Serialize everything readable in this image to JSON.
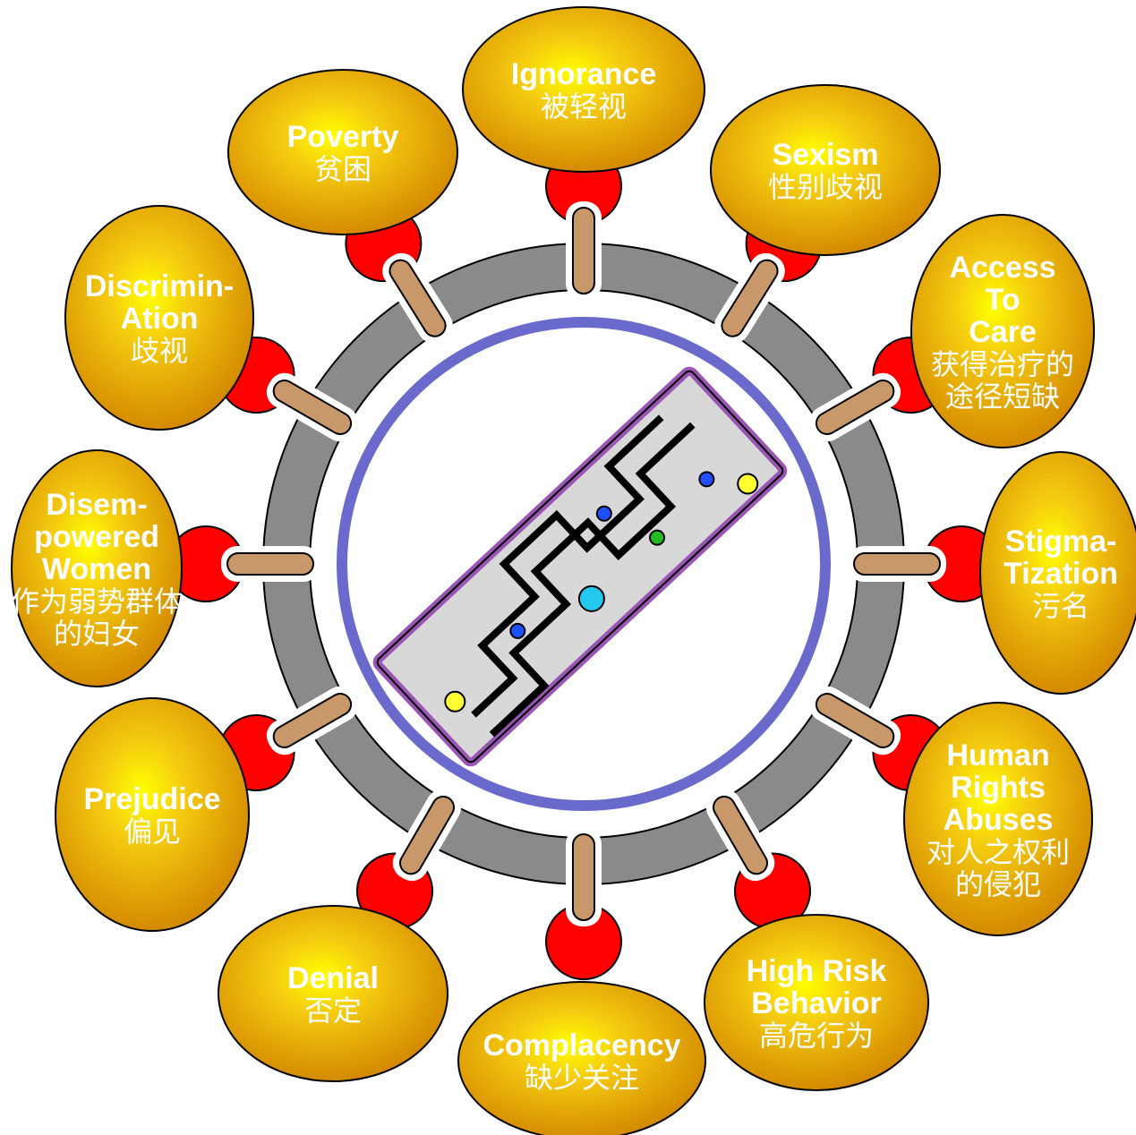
{
  "colors": {
    "ring": "#8a8a8a",
    "inner_circle": "#6a6acc",
    "knob": "#ff0000",
    "spike": "#c8986a",
    "bubble_center": "#ffff00",
    "bubble_edge": "#d99000",
    "gene_fill": "#d8d8d8",
    "gene_border": "#9a55b5"
  },
  "nodes": [
    {
      "name": "ignorance",
      "lines": [
        "Ignorance"
      ],
      "zh": [
        "被轻视"
      ]
    },
    {
      "name": "sexism",
      "lines": [
        "Sexism"
      ],
      "zh": [
        "性别歧视"
      ]
    },
    {
      "name": "access-to-care",
      "lines": [
        "Access",
        "To",
        "Care"
      ],
      "zh": [
        "获得治疗的",
        "途径短缺"
      ]
    },
    {
      "name": "stigmatization",
      "lines": [
        "Stigma-",
        "Tization"
      ],
      "zh": [
        "污名"
      ]
    },
    {
      "name": "human-rights-abuses",
      "lines": [
        "Human",
        "Rights",
        "Abuses"
      ],
      "zh": [
        "对人之权利",
        "的侵犯"
      ]
    },
    {
      "name": "high-risk-behavior",
      "lines": [
        "High Risk",
        "Behavior"
      ],
      "zh": [
        "高危行为"
      ]
    },
    {
      "name": "complacency",
      "lines": [
        "Complacency"
      ],
      "zh": [
        "缺少关注"
      ]
    },
    {
      "name": "denial",
      "lines": [
        "Denial"
      ],
      "zh": [
        "否定"
      ]
    },
    {
      "name": "prejudice",
      "lines": [
        "Prejudice"
      ],
      "zh": [
        "偏见"
      ]
    },
    {
      "name": "disempowered-women",
      "lines": [
        "Disem-",
        "powered",
        "Women"
      ],
      "zh": [
        "作为弱势群体",
        "的妇女"
      ]
    },
    {
      "name": "discrimination",
      "lines": [
        "Discrimin-",
        "Ation"
      ],
      "zh": [
        "歧视"
      ]
    },
    {
      "name": "poverty",
      "lines": [
        "Poverty"
      ],
      "zh": [
        "贫困"
      ]
    }
  ]
}
